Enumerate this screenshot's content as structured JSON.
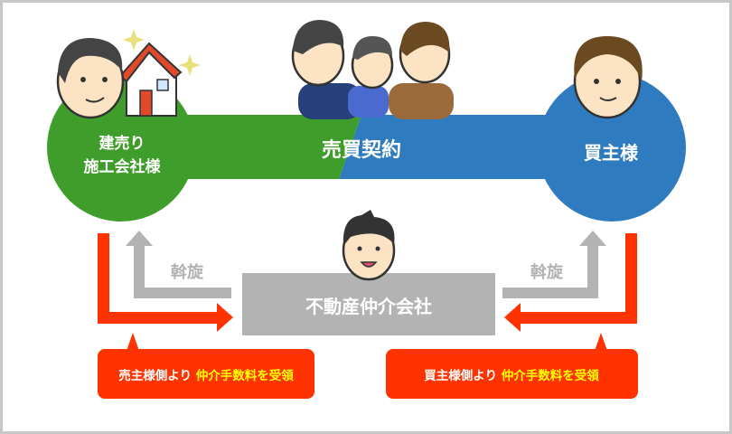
{
  "seller": {
    "line1": "建売り",
    "line2": "施工会社様"
  },
  "contract": "売買契約",
  "buyer": "買主様",
  "broker": "不動産仲介会社",
  "mediation_left": "斡旋",
  "mediation_right": "斡旋",
  "fee_left": {
    "prefix": "売主様側より ",
    "highlight": "仲介手数料を受領"
  },
  "fee_right": {
    "prefix": "買主様側より ",
    "highlight": "仲介手数料を受領"
  },
  "colors": {
    "green": "#3f9e2b",
    "blue": "#2f7bbf",
    "red": "#ff3300",
    "gray": "#b3b3b3",
    "yellow": "#ffff00"
  }
}
